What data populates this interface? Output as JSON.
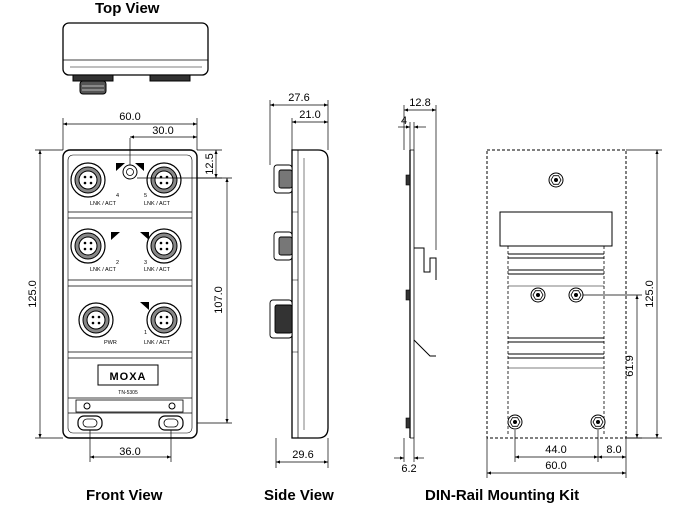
{
  "captions": {
    "top_view": "Top View",
    "front_view": "Front View",
    "side_view": "Side View",
    "din_rail": "DIN-Rail Mounting Kit"
  },
  "front": {
    "dims": {
      "width": "60.0",
      "half_width": "30.0",
      "top_offset": "12.5",
      "height": "125.0",
      "inner_height": "107.0",
      "hole_spacing": "36.0"
    },
    "ports": {
      "p4": "4",
      "p4_label": "LNK / ACT",
      "p5": "5",
      "p5_label": "LNK / ACT",
      "p2": "2",
      "p2_label": "LNK / ACT",
      "p3": "3",
      "p3_label": "LNK / ACT",
      "pwr": "PWR",
      "p1": "1",
      "p1_label": "LNK / ACT"
    },
    "logo": "MOXA",
    "model": "TN-5305"
  },
  "side": {
    "dims": {
      "depth": "27.6",
      "inner_depth": "21.0",
      "bottom_depth": "29.6"
    }
  },
  "din": {
    "dims": {
      "plate_depth": "12.8",
      "thickness": "4",
      "bottom_offset": "6.2",
      "height": "125.0",
      "hole_height": "61.9",
      "hole_spacing": "44.0",
      "edge_offset": "8.0",
      "width": "60.0"
    }
  }
}
